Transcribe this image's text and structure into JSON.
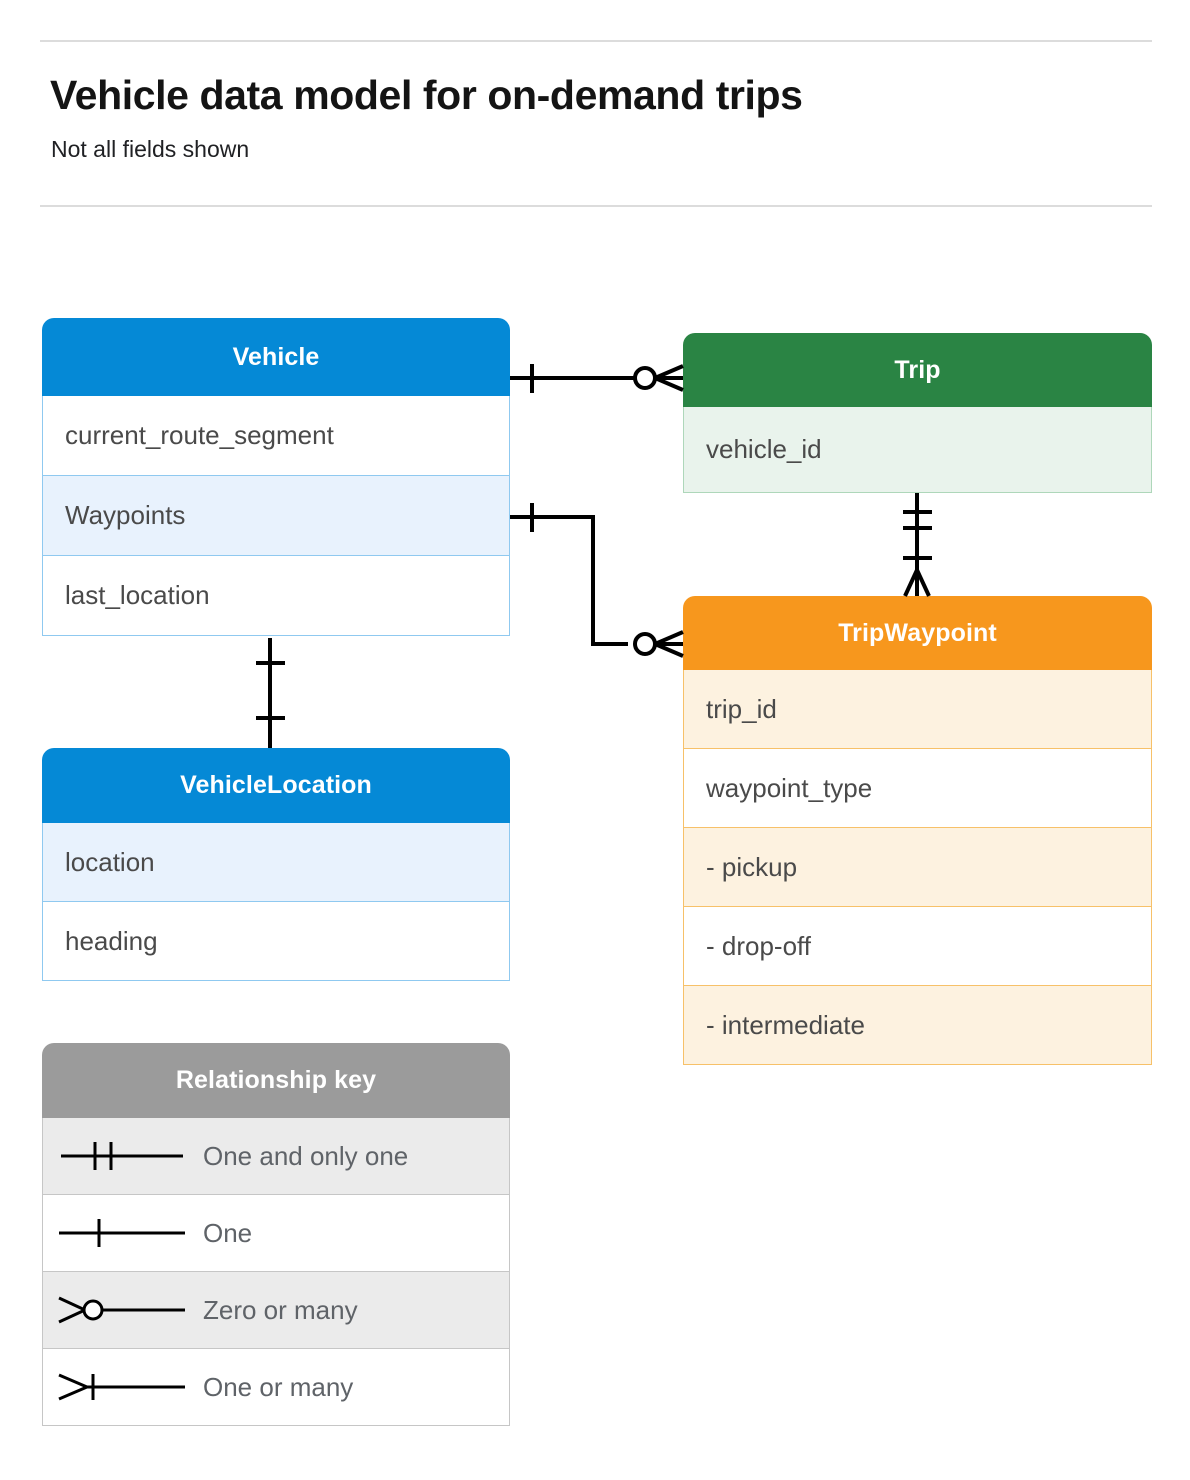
{
  "header": {
    "title": "Vehicle data model for on-demand trips",
    "subtitle": "Not all fields shown"
  },
  "entities": [
    {
      "id": "vehicle",
      "name": "Vehicle",
      "color": "#0589d6",
      "rows": [
        {
          "label": "current_route_segment",
          "filled": false
        },
        {
          "label": "Waypoints",
          "filled": true
        },
        {
          "label": "last_location",
          "filled": false
        }
      ]
    },
    {
      "id": "trip",
      "name": "Trip",
      "color": "#2a8444",
      "rows": [
        {
          "label": "vehicle_id",
          "filled": true
        }
      ]
    },
    {
      "id": "tripwaypoint",
      "name": "TripWaypoint",
      "color": "#f7971d",
      "rows": [
        {
          "label": "trip_id",
          "filled": true
        },
        {
          "label": "waypoint_type",
          "filled": false
        },
        {
          "label": "-  pickup",
          "filled": true
        },
        {
          "label": "-  drop-off",
          "filled": false
        },
        {
          "label": "-  intermediate",
          "filled": true
        }
      ]
    },
    {
      "id": "vehiclelocation",
      "name": "VehicleLocation",
      "color": "#0589d6",
      "rows": [
        {
          "label": "location",
          "filled": true
        },
        {
          "label": "heading",
          "filled": false
        }
      ]
    }
  ],
  "legend": {
    "title": "Relationship key",
    "color": "#9b9b9b",
    "items": [
      {
        "symbol": "one-and-only-one-symbol",
        "label": "One and only one"
      },
      {
        "symbol": "one-symbol",
        "label": "One"
      },
      {
        "symbol": "zero-or-many-symbol",
        "label": "Zero or many"
      },
      {
        "symbol": "one-or-many-symbol",
        "label": "One or many"
      }
    ]
  },
  "relationships": [
    {
      "id": "vehicle-trip",
      "from": "Vehicle",
      "to": "Trip",
      "from_cardinality": "One",
      "to_cardinality": "Zero or many"
    },
    {
      "id": "vehicle-waypoints-tripwaypoint",
      "from": "Vehicle.Waypoints",
      "to": "TripWaypoint",
      "from_cardinality": "One",
      "to_cardinality": "Zero or many"
    },
    {
      "id": "trip-tripwaypoint",
      "from": "Trip",
      "to": "TripWaypoint",
      "from_cardinality": "One and only one",
      "to_cardinality": "One or many"
    },
    {
      "id": "vehicle-vehiclelocation",
      "from": "Vehicle",
      "to": "VehicleLocation",
      "from_cardinality": "One",
      "to_cardinality": "One"
    }
  ]
}
